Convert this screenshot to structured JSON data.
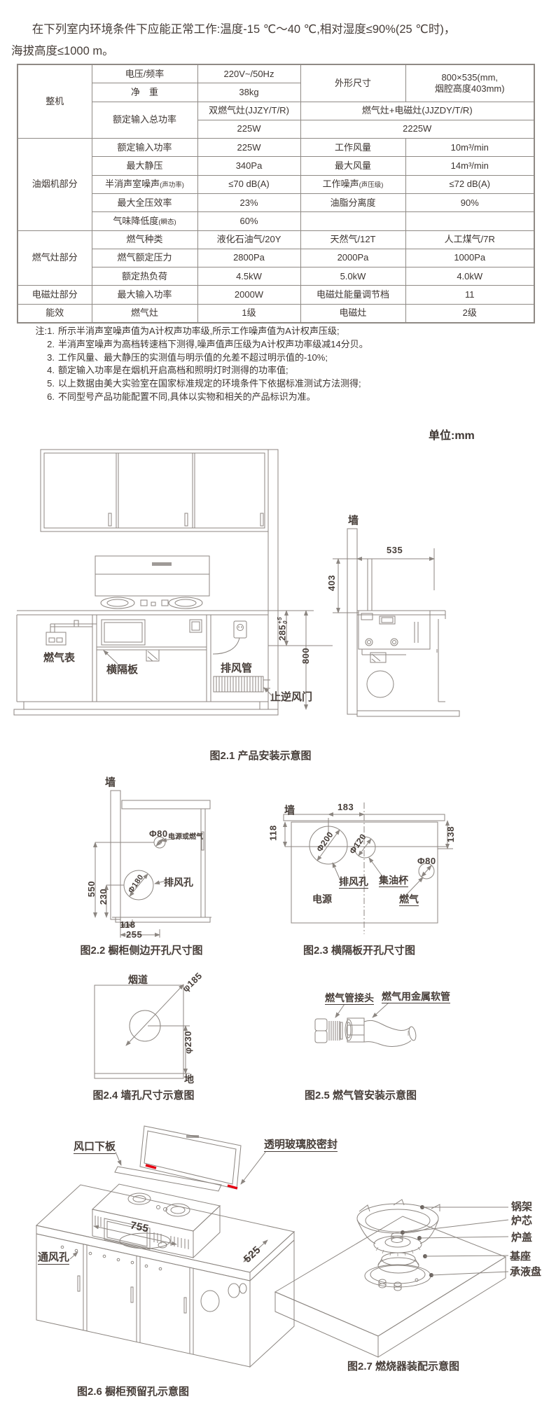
{
  "intro": {
    "line1": "在下列室内环境条件下应能正常工作:温度-15 ℃～40 ℃,相对湿度≤90%(25 ℃时)，",
    "line2": "海拔高度≤1000 m。"
  },
  "unit_label": "单位:mm",
  "spec_table": {
    "groups": {
      "whole": "整机",
      "hood": "油烟机部分",
      "gas": "燃气灶部分",
      "induction": "电磁灶部分",
      "energy": "能效"
    },
    "rows": {
      "voltage": {
        "label": "电压/频率",
        "value": "220V~/50Hz"
      },
      "dims": {
        "label": "外形尺寸",
        "value1": "800×535(mm,",
        "value2": "烟腔高度403mm)"
      },
      "weight": {
        "label": "净　重",
        "value": "38kg"
      },
      "total_power": {
        "label": "额定输入总功率",
        "head1": "双燃气灶(JJZY/T/R)",
        "head2": "燃气灶+电磁灶(JJZDY/T/R)",
        "v1": "225W",
        "v2": "2225W"
      },
      "hood_power": {
        "label": "额定输入功率",
        "value": "225W"
      },
      "air_volume": {
        "label": "工作风量",
        "value": "10m³/min"
      },
      "static_pressure": {
        "label": "最大静压",
        "value": "340Pa"
      },
      "max_air": {
        "label": "最大风量",
        "value": "14m³/min"
      },
      "noise_chamber": {
        "label": "半消声室噪声",
        "label_sub": "(声功率)",
        "value": "≤70 dB(A)"
      },
      "work_noise": {
        "label": "工作噪声",
        "label_sub": "(声压级)",
        "value": "≤72 dB(A)"
      },
      "efficiency": {
        "label": "最大全压效率",
        "value": "23%"
      },
      "grease": {
        "label": "油脂分离度",
        "value": "90%"
      },
      "odor": {
        "label": "气味降低度",
        "label_sub": "(瞬态)",
        "value": "60%"
      },
      "gas_type": {
        "label": "燃气种类",
        "v1": "液化石油气/20Y",
        "v2": "天然气/12T",
        "v3": "人工煤气/7R"
      },
      "gas_pressure": {
        "label": "燃气额定压力",
        "v1": "2800Pa",
        "v2": "2000Pa",
        "v3": "1000Pa"
      },
      "heat_load": {
        "label": "额定热负荷",
        "v1": "4.5kW",
        "v2": "5.0kW",
        "v3": "4.0kW"
      },
      "induction_power": {
        "label": "最大输入功率",
        "value": "2000W"
      },
      "induction_levels": {
        "label": "电磁灶能量调节档",
        "value": "11"
      },
      "energy_gas": {
        "label": "燃气灶",
        "value": "1级"
      },
      "energy_induction": {
        "label": "电磁灶",
        "value": "2级"
      }
    }
  },
  "notes": {
    "items": [
      {
        "n": "注:1.",
        "t": "所示半消声室噪声值为A计权声功率级,所示工作噪声值为A计权声压级;"
      },
      {
        "n": "2.",
        "t": "半消声室噪声为高档转速档下测得,噪声值声压级为A计权声功率级减14分贝。"
      },
      {
        "n": "3.",
        "t": "工作风量、最大静压的实测值与明示值的允差不超过明示值的-10%;"
      },
      {
        "n": "4.",
        "t": "额定输入功率是在烟机开启高档和照明灯时测得的功率值;"
      },
      {
        "n": "5.",
        "t": "以上数据由美大实验室在国家标准规定的环境条件下依据标准测试方法测得;"
      },
      {
        "n": "6.",
        "t": "不同型号产品功能配置不同,具体以实物和相关的产品标识为准。"
      }
    ]
  },
  "figures": {
    "fig21": {
      "caption": "图2.1 产品安装示意图",
      "labels": {
        "gas_meter": "燃气表",
        "partition": "横隔板",
        "duct": "排风管",
        "check_valve": "止逆风门",
        "wall": "墙"
      },
      "dims": {
        "d285": "285",
        "d285_tol_top": "+5",
        "d285_tol_bottom": "0",
        "d800": "800",
        "d535": "535",
        "d403": "403"
      }
    },
    "fig22": {
      "caption": "图2.2 橱柜侧边开孔尺寸图",
      "labels": {
        "wall": "墙",
        "power_or_gas": "电源或燃气",
        "vent_hole": "排风孔"
      },
      "dims": {
        "d80": "Φ80",
        "d180": "Φ180",
        "d550": "550",
        "d230": "230",
        "d118": "118",
        "d255": "255"
      }
    },
    "fig23": {
      "caption": "图2.3 横隔板开孔尺寸图",
      "labels": {
        "wall": "墙",
        "vent_hole": "排风孔",
        "oil_cup": "集油杯",
        "power": "电源",
        "gas": "燃气"
      },
      "dims": {
        "d183": "183",
        "d118": "118",
        "d138": "138",
        "d200": "Φ200",
        "d120": "Φ120",
        "d80": "Φ80"
      }
    },
    "fig24": {
      "caption": "图2.4 墙孔尺寸示意图",
      "labels": {
        "flue": "烟道",
        "ground": "地"
      },
      "dims": {
        "d185": "φ185",
        "d230": "φ230"
      }
    },
    "fig25": {
      "caption": "图2.5 燃气管安装示意图",
      "labels": {
        "connector": "燃气管接头",
        "hose": "燃气用金属软管"
      }
    },
    "fig26": {
      "caption": "图2.6 橱柜预留孔示意图",
      "labels": {
        "lower_plate": "风口下板",
        "seal": "透明玻璃胶密封",
        "vent": "通风孔"
      },
      "dims": {
        "d755": "755",
        "d525": "525"
      }
    },
    "fig27": {
      "caption": "图2.7 燃烧器装配示意图",
      "labels": {
        "pan_support": "锅架",
        "burner_core": "炉芯",
        "burner_cap": "炉盖",
        "base": "基座",
        "drip_pan": "承液盘"
      }
    }
  },
  "colors": {
    "ink": "#473e39",
    "line": "#8c8681",
    "red": "#e60012"
  }
}
